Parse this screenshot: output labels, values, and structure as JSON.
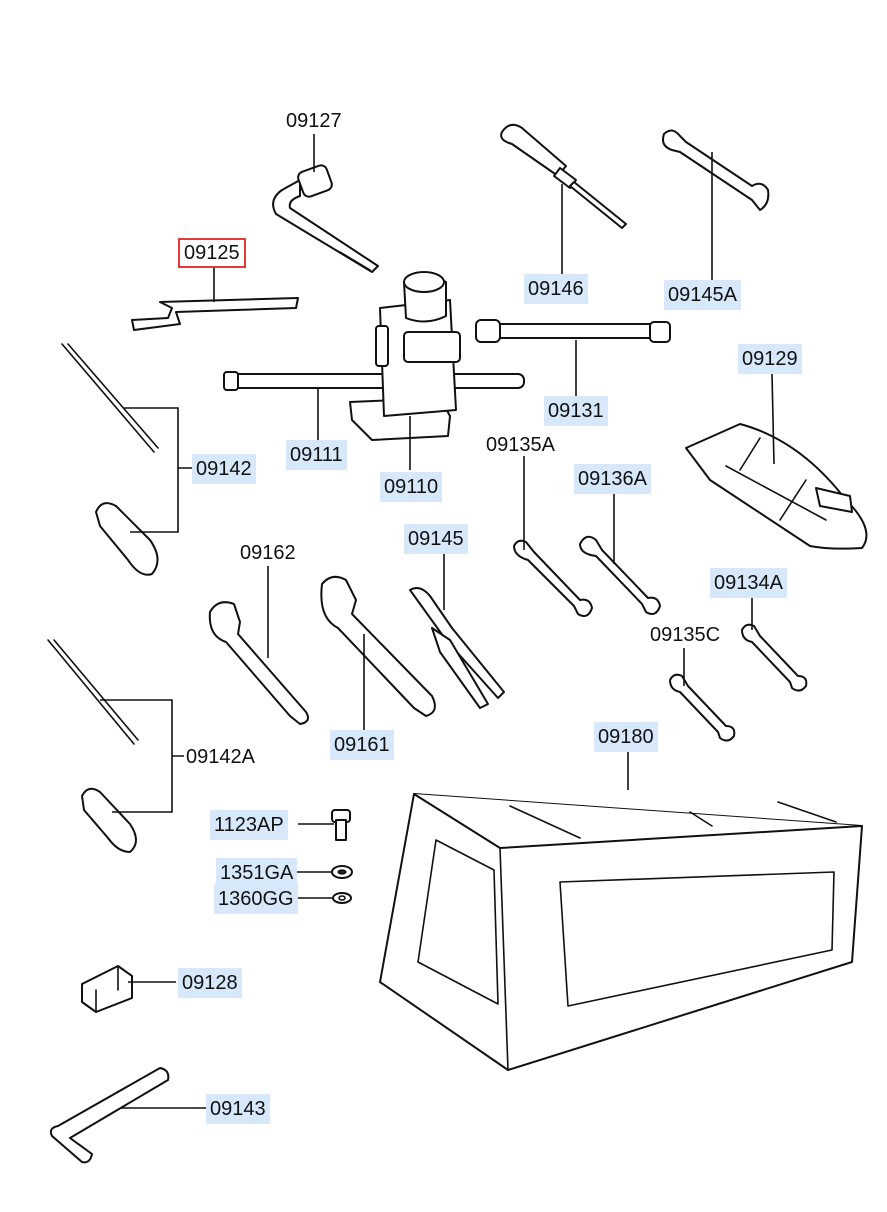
{
  "callouts": {
    "p09127": "09127",
    "p09125": "09125",
    "p09146": "09146",
    "p09145A": "09145A",
    "p09129": "09129",
    "p09131": "09131",
    "p09111": "09111",
    "p09110": "09110",
    "p09142": "09142",
    "p09135A": "09135A",
    "p09136A": "09136A",
    "p09145": "09145",
    "p09162": "09162",
    "p09134A": "09134A",
    "p09135C": "09135C",
    "p09161": "09161",
    "p09142A": "09142A",
    "p09180": "09180",
    "p1123AP": "1123AP",
    "p1351GA": "1351GA",
    "p1360GG": "1360GG",
    "p09128": "09128",
    "p09143": "09143"
  },
  "colors": {
    "highlight": "#d6e8fa",
    "selected_border": "#e53935",
    "line": "#111111"
  }
}
